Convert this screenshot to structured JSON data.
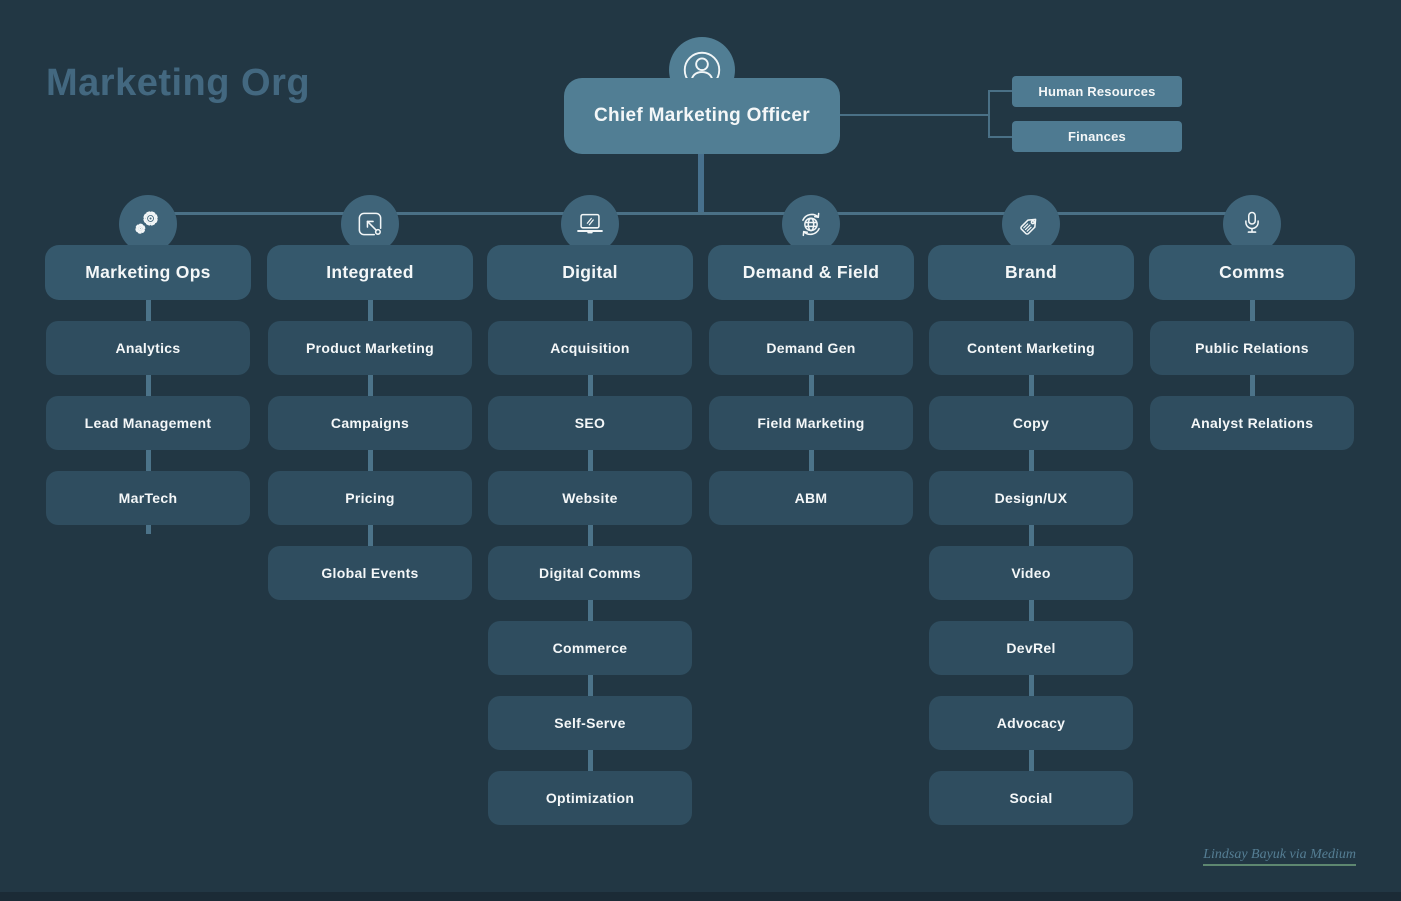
{
  "page": {
    "title": "Marketing Org",
    "attribution": "Lindsay Bayuk via Medium"
  },
  "colors": {
    "background": "#223744",
    "primary_box": "#517E94",
    "dept_header_box": "#35586C",
    "sub_box": "#2F4D5F",
    "icon_circle": "#3F6479",
    "connector": "#4A7086",
    "title_text": "#436880",
    "node_text": "#F4F7F8",
    "attribution_text": "#557E94"
  },
  "org": {
    "root": {
      "label": "Chief Marketing Officer",
      "icon": "person-icon"
    },
    "side_boxes": [
      {
        "label": "Human Resources"
      },
      {
        "label": "Finances"
      }
    ],
    "departments": [
      {
        "label": "Marketing Ops",
        "icon": "gears-icon",
        "children": [
          "Analytics",
          "Lead Management",
          "MarTech"
        ],
        "trailing_stub": true
      },
      {
        "label": "Integrated",
        "icon": "share-arrow-icon",
        "children": [
          "Product Marketing",
          "Campaigns",
          "Pricing",
          "Global Events"
        ]
      },
      {
        "label": "Digital",
        "icon": "laptop-icon",
        "children": [
          "Acquisition",
          "SEO",
          "Website",
          "Digital Comms",
          "Commerce",
          "Self-Serve",
          "Optimization"
        ]
      },
      {
        "label": "Demand & Field",
        "icon": "globe-sync-icon",
        "children": [
          "Demand Gen",
          "Field Marketing",
          "ABM"
        ]
      },
      {
        "label": "Brand",
        "icon": "tag-icon",
        "children": [
          "Content Marketing",
          "Copy",
          "Design/UX",
          "Video",
          "DevRel",
          "Advocacy",
          "Social"
        ]
      },
      {
        "label": "Comms",
        "icon": "microphone-icon",
        "children": [
          "Public Relations",
          "Analyst Relations"
        ]
      }
    ]
  }
}
